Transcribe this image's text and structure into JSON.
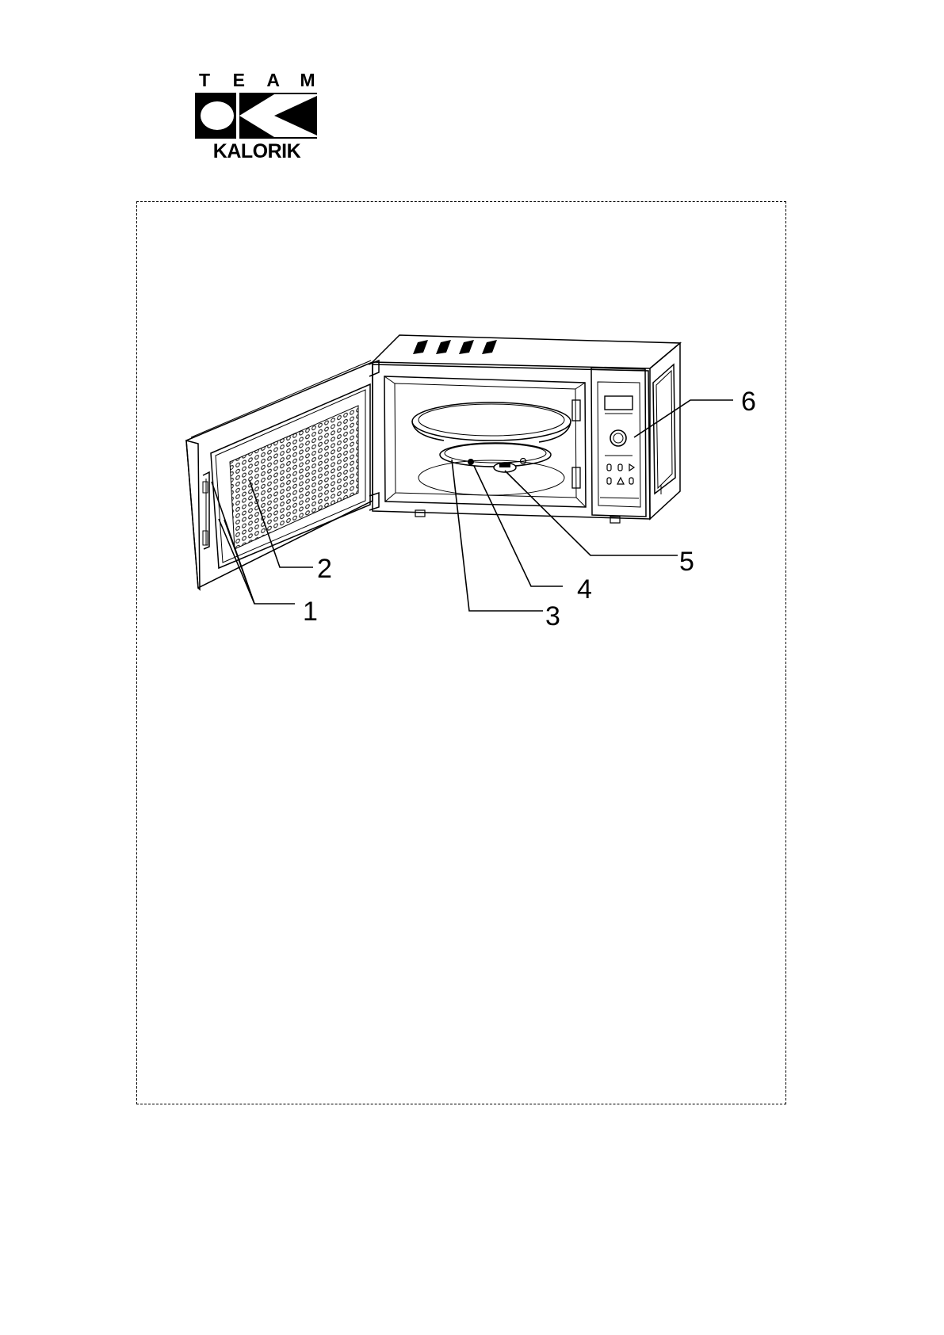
{
  "logo": {
    "team_letters": [
      "T",
      "E",
      "A",
      "M"
    ],
    "brand": "KALORIK"
  },
  "callouts": [
    {
      "id": "1",
      "label": "1"
    },
    {
      "id": "2",
      "label": "2"
    },
    {
      "id": "3",
      "label": "3"
    },
    {
      "id": "4",
      "label": "4"
    },
    {
      "id": "5",
      "label": "5"
    },
    {
      "id": "6",
      "label": "6"
    }
  ],
  "colors": {
    "ink": "#000000",
    "paper": "#ffffff"
  }
}
